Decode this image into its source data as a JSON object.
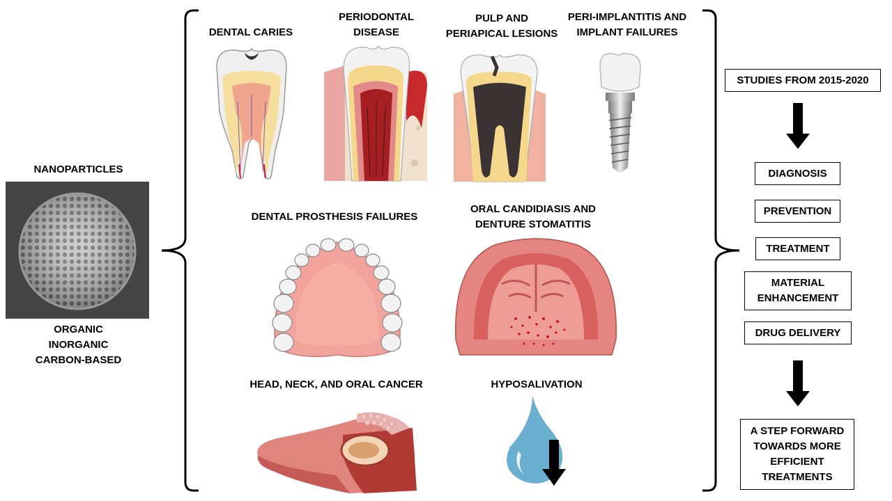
{
  "nanoparticles": {
    "title": "NANOPARTICLES",
    "types": [
      "ORGANIC",
      "INORGANIC",
      "CARBON-BASED"
    ]
  },
  "conditions": {
    "dental_caries": "DENTAL CARIES",
    "periodontal_disease": [
      "PERIODONTAL",
      "DISEASE"
    ],
    "pulp_lesions": [
      "PULP AND",
      "PERIAPICAL LESIONS"
    ],
    "peri_implantitis": [
      "PERI-IMPLANTITIS AND",
      "IMPLANT FAILURES"
    ],
    "prosthesis_failures": "DENTAL PROSTHESIS FAILURES",
    "candidiasis": [
      "ORAL CANDIDIASIS AND",
      "DENTURE STOMATITIS"
    ],
    "oral_cancer": "HEAD, NECK, AND ORAL CANCER",
    "hyposalivation": "HYPOSALIVATION"
  },
  "flow": {
    "studies": "STUDIES FROM 2015-2020",
    "applications": [
      "DIAGNOSIS",
      "PREVENTION",
      "TREATMENT",
      [
        "MATERIAL",
        "ENHANCEMENT"
      ],
      "DRUG DELIVERY"
    ],
    "outcome": [
      "A STEP FORWARD",
      "TOWARDS MORE",
      "EFFICIENT",
      "TREATMENTS"
    ]
  }
}
